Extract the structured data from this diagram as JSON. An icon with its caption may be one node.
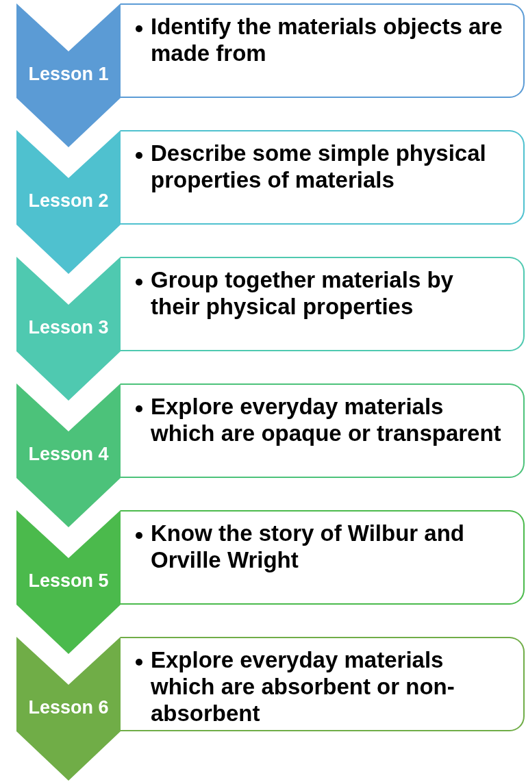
{
  "diagram": {
    "nodes": [
      {
        "text": [
          "Lesson 1"
        ]
      },
      {
        "text": [
          "Identify the materials objects are made from"
        ]
      },
      {
        "text": [
          "Lesson 2"
        ]
      },
      {
        "text": [
          "Describe some simple physical properties of materials"
        ]
      },
      {
        "text": [
          "Lesson 3"
        ]
      },
      {
        "text": [
          "Group together materials by their physical properties"
        ]
      },
      {
        "text": [
          "Lesson 4"
        ]
      },
      {
        "text": [
          "Explore everyday materials which are opaque or transparent"
        ]
      },
      {
        "text": [
          "Lesson 5"
        ]
      },
      {
        "text": [
          "Know the story of Wilbur and Orville Wright"
        ]
      },
      {
        "text": [
          "Lesson 6"
        ]
      },
      {
        "text": [
          "Explore everyday materials which are absorbent or non-absorbent"
        ]
      }
    ],
    "edges": []
  }
}
